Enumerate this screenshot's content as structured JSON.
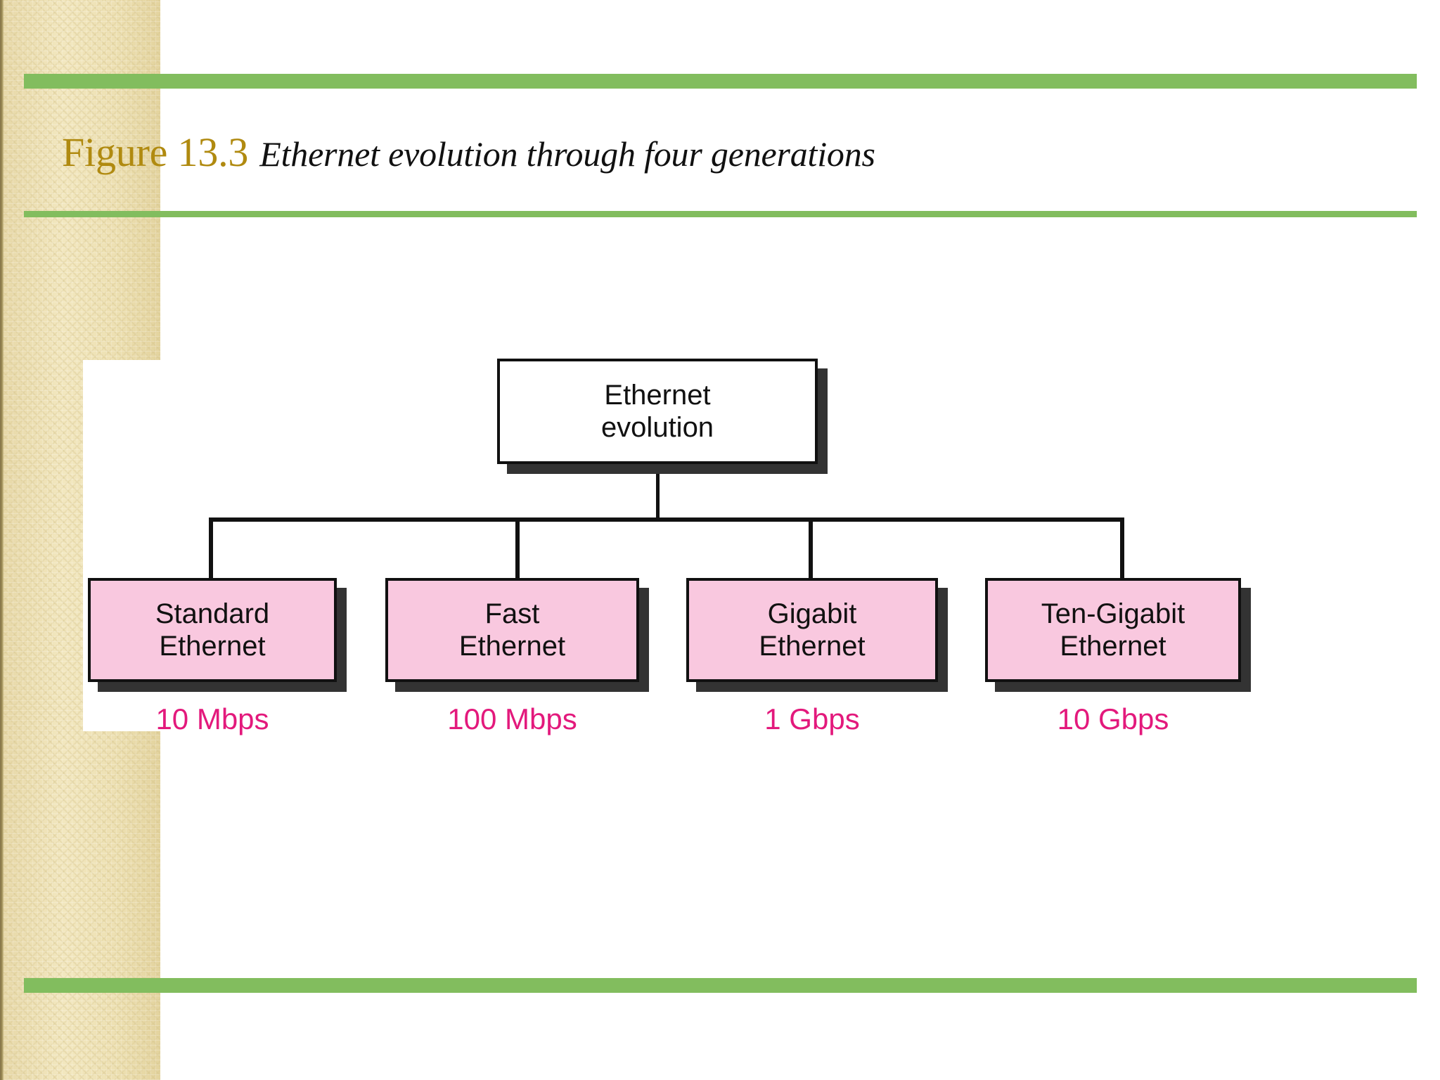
{
  "slide": {
    "background_color": "#ffffff",
    "accent_rule_color": "#82BD5E",
    "sidebar_color": "#EFE2B4",
    "figure_number_color": "#B08A10",
    "speed_label_color": "#E3197C",
    "node_fill_color": "#F9C8DF",
    "root_fill_color": "#ffffff"
  },
  "title": {
    "figure_number": "Figure 13.3",
    "caption": "Ethernet evolution through four generations"
  },
  "diagram": {
    "type": "tree",
    "root": {
      "line1": "Ethernet",
      "line2": "evolution"
    },
    "children": [
      {
        "line1": "Standard",
        "line2": "Ethernet",
        "speed": "10 Mbps"
      },
      {
        "line1": "Fast",
        "line2": "Ethernet",
        "speed": "100 Mbps"
      },
      {
        "line1": "Gigabit",
        "line2": "Ethernet",
        "speed": "1 Gbps"
      },
      {
        "line1": "Ten-Gigabit",
        "line2": "Ethernet",
        "speed": "10 Gbps"
      }
    ]
  }
}
